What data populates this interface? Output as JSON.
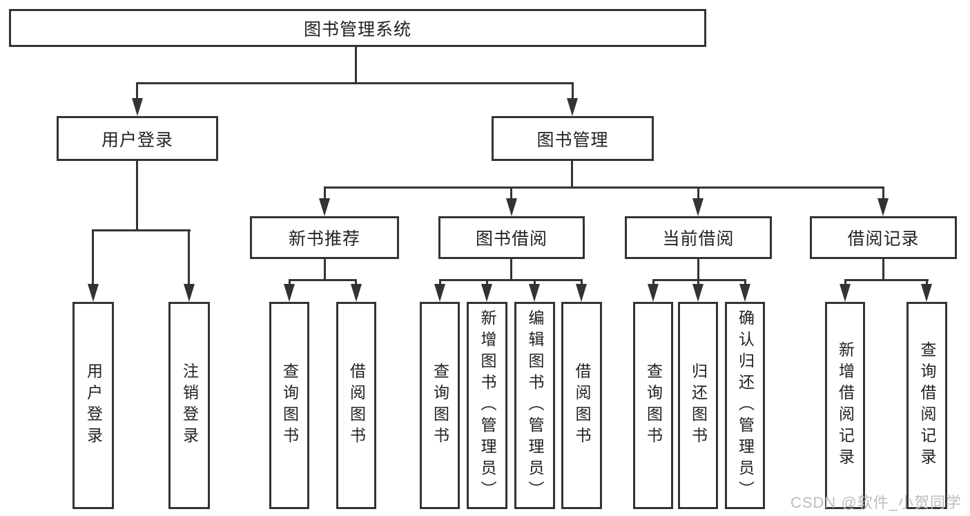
{
  "diagram": {
    "root": "图书管理系统",
    "branches": {
      "user_login": "用户登录",
      "book_mgmt": "图书管理"
    },
    "modules": {
      "new_books": "新书推荐",
      "book_borrow": "图书借阅",
      "current_borrow": "当前借阅",
      "borrow_records": "借阅记录"
    },
    "leaves": {
      "user_login": [
        "用户登录",
        "注销登录"
      ],
      "new_books": [
        "查询图书",
        "借阅图书"
      ],
      "book_borrow": [
        "查询图书",
        "新增图书（管理员）",
        "编辑图书（管理员）",
        "借阅图书"
      ],
      "current_borrow": [
        "查询图书",
        "归还图书",
        "确认归还（管理员）"
      ],
      "borrow_records": [
        "新增借阅记录",
        "查询借阅记录"
      ]
    }
  },
  "watermark": "CSDN @软件_小贺同学",
  "colors": {
    "line": "#333333",
    "text": "#222222",
    "background": "#ffffff",
    "watermark": "#bdbdbd"
  }
}
